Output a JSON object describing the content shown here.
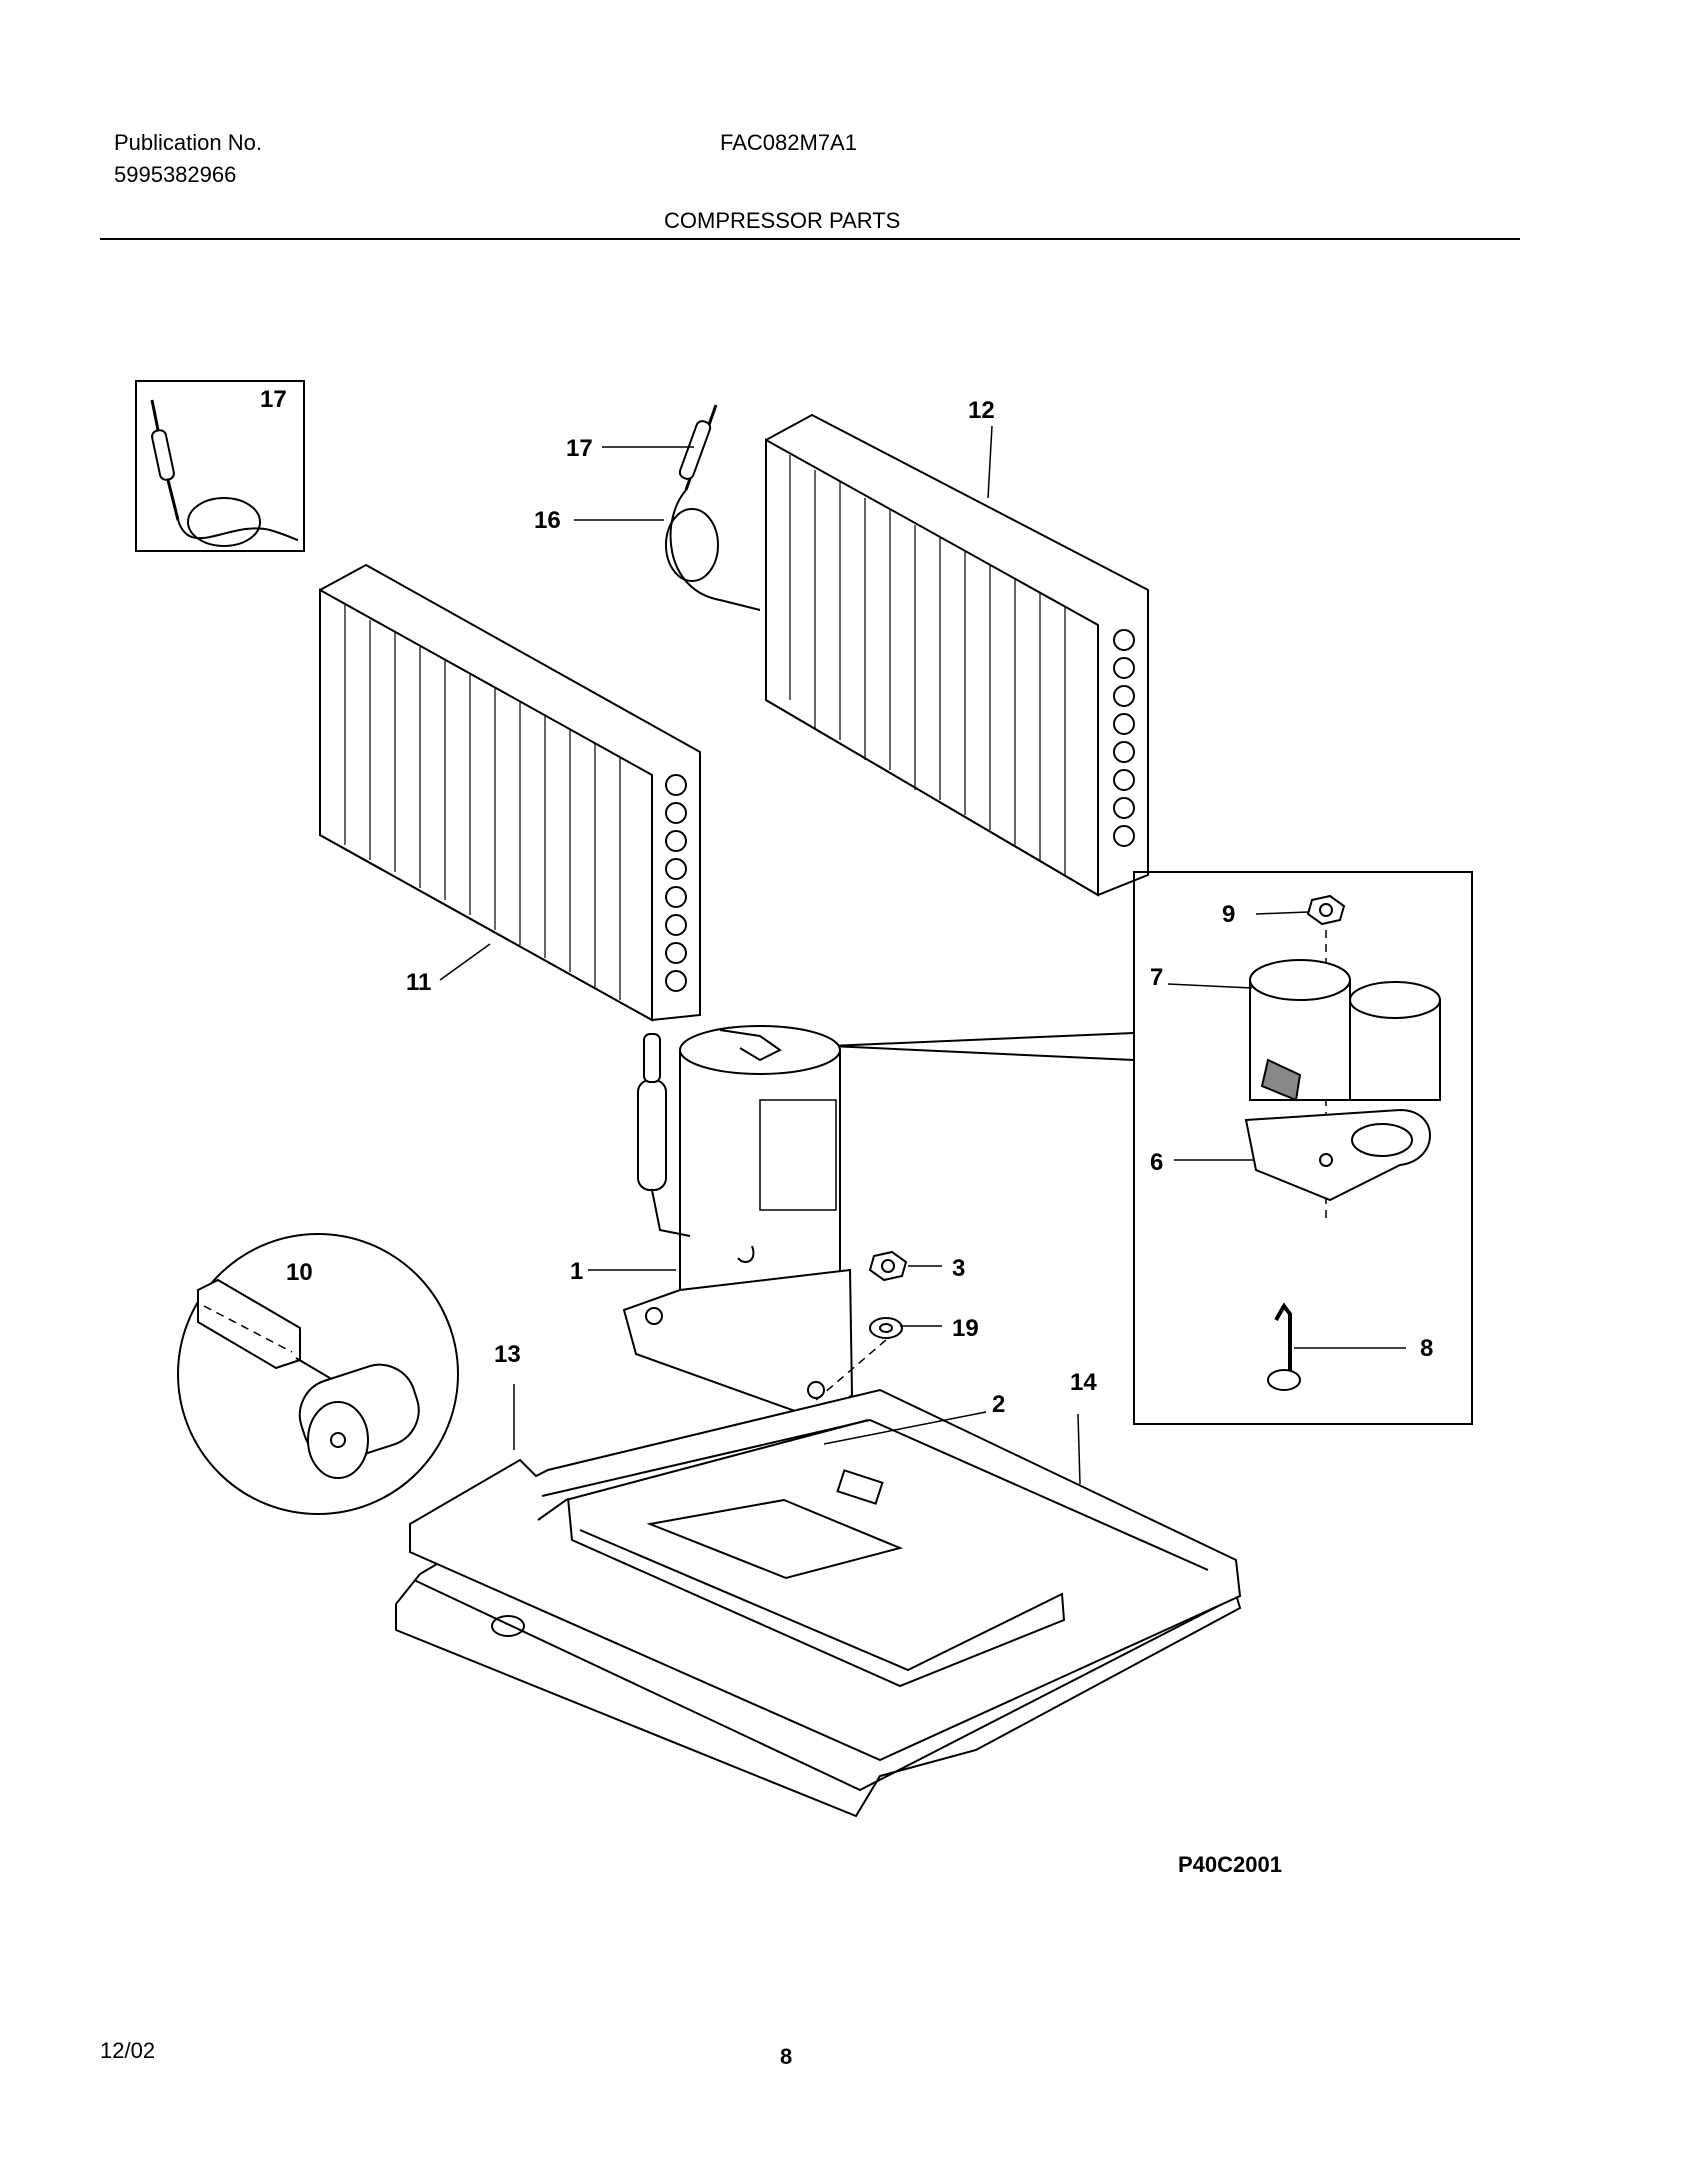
{
  "header": {
    "publication_label": "Publication No.",
    "publication_number": "5995382966",
    "model": "FAC082M7A1",
    "section_title": "COMPRESSOR PARTS"
  },
  "callouts": [
    "17",
    "17",
    "16",
    "12",
    "11",
    "9",
    "7",
    "6",
    "8",
    "1",
    "3",
    "19",
    "2",
    "14",
    "13",
    "10"
  ],
  "figure_code": "P40C2001",
  "footer": {
    "date": "12/02",
    "page": "8"
  }
}
